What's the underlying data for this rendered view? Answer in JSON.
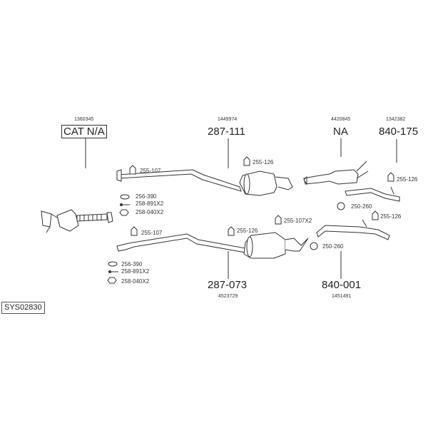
{
  "catalyst_group": {
    "ref_number": "1360345",
    "part_number": "CAT N/A"
  },
  "front_silencer_group": {
    "ref_number": "1449974",
    "part_number": "287-111"
  },
  "na_group": {
    "ref_number": "4420845",
    "part_number": "NA"
  },
  "rear_right_group": {
    "ref_number": "1342382",
    "part_number": "840-175"
  },
  "lower_front_group": {
    "ref_number": "4523729",
    "part_number": "287-073"
  },
  "lower_rear_group": {
    "ref_number": "1451491",
    "part_number": "840-001"
  },
  "accessories": {
    "hanger_255_107": "255-107",
    "hanger_255_126": "255-126",
    "hanger_255_107x2": "255-107X2",
    "gasket_256_390": "256-390",
    "bolt_258_891x2": "258-891X2",
    "nut_258_040x2": "258-040X2",
    "clamp_250_260": "250-260"
  },
  "system_code": "SYS02830",
  "colors": {
    "line": "#333333",
    "background": "#ffffff"
  }
}
